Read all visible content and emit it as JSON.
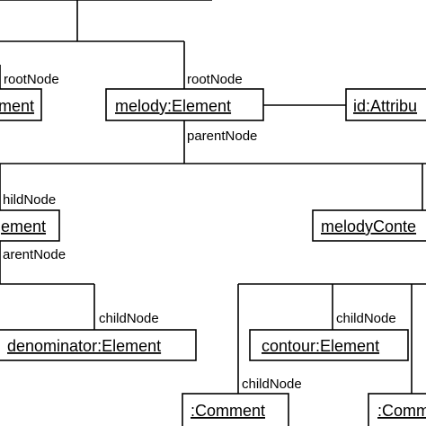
{
  "objects": {
    "left_root_fragment": "ment",
    "melody": "melody:Element",
    "id_attr": "id:Attribu",
    "left_element_fragment": "ement",
    "melody_content": "melodyConte",
    "denominator": "denominator:Element",
    "contour": "contour:Element",
    "comment": ":Comment",
    "comment_right": ":Comme"
  },
  "roles": {
    "left_root_node": "rootNode",
    "melody_root_node": "rootNode",
    "melody_parent_node": "parentNode",
    "left_child_node": "hildNode",
    "left_parent_node": "arentNode",
    "denominator_child_node": "childNode",
    "contour_child_node": "childNode",
    "comment_child_node": "childNode"
  }
}
